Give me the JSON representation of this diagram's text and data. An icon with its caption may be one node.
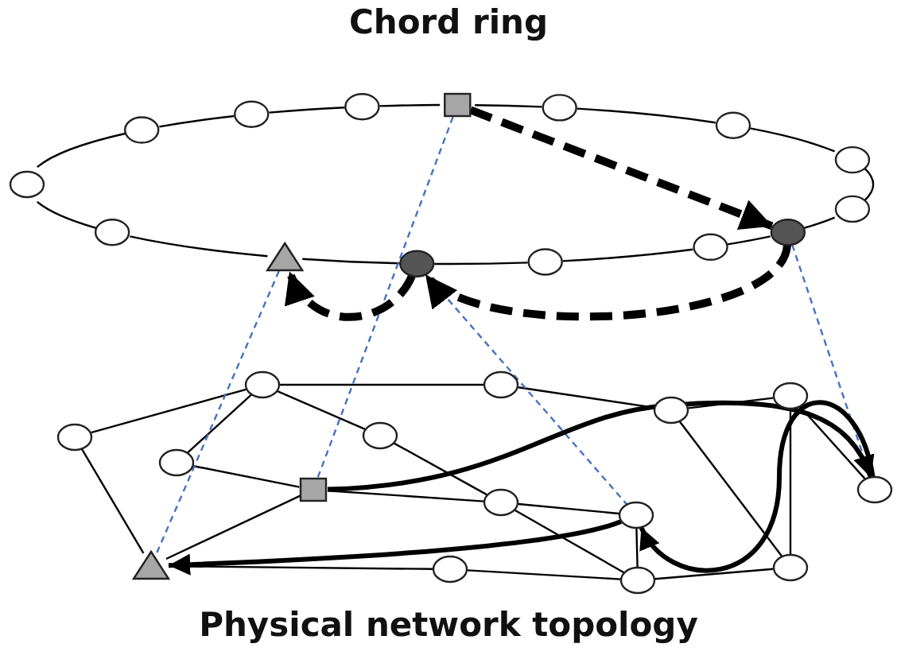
{
  "diagram": {
    "nodes": [
      {
        "text": [],
        "shape": "circle"
      },
      {
        "text": [],
        "shape": "circle"
      },
      {
        "text": [],
        "shape": "circle"
      },
      {
        "text": [],
        "shape": "circle"
      },
      {
        "text": [],
        "shape": "box"
      },
      {
        "text": [],
        "shape": "circle"
      },
      {
        "text": [],
        "shape": "circle"
      },
      {
        "text": [],
        "shape": "circle"
      },
      {
        "text": [],
        "shape": "circle"
      },
      {
        "text": [],
        "shape": "circle"
      },
      {
        "text": [],
        "shape": "circle"
      },
      {
        "text": [],
        "shape": "circle"
      },
      {
        "text": [],
        "shape": "circle"
      },
      {
        "text": [],
        "shape": "triangle"
      },
      {
        "text": [],
        "shape": "circle"
      },
      {
        "text": [],
        "shape": "circle"
      },
      {
        "text": [],
        "shape": "circle"
      },
      {
        "text": [],
        "shape": "circle"
      },
      {
        "text": [],
        "shape": "circle"
      },
      {
        "text": [],
        "shape": "box"
      },
      {
        "text": [],
        "shape": "triangle"
      },
      {
        "text": [],
        "shape": "circle"
      },
      {
        "text": [],
        "shape": "circle"
      },
      {
        "text": [],
        "shape": "circle"
      },
      {
        "text": [],
        "shape": "circle"
      },
      {
        "text": [],
        "shape": "circle"
      },
      {
        "text": [],
        "shape": "circle"
      },
      {
        "text": [],
        "shape": "circle"
      },
      {
        "text": [],
        "shape": "circle"
      },
      {
        "text": [],
        "shape": "circle"
      }
    ],
    "edges": [
      {
        "from": 0,
        "to": 1,
        "arrow": "none"
      },
      {
        "from": 1,
        "to": 2,
        "arrow": "none"
      },
      {
        "from": 2,
        "to": 3,
        "arrow": "none"
      },
      {
        "from": 3,
        "to": 4,
        "arrow": "none"
      },
      {
        "from": 4,
        "to": 5,
        "arrow": "none"
      },
      {
        "from": 5,
        "to": 6,
        "arrow": "none"
      },
      {
        "from": 6,
        "to": 7,
        "arrow": "none"
      },
      {
        "from": 7,
        "to": 8,
        "arrow": "none"
      },
      {
        "from": 8,
        "to": 9,
        "arrow": "none"
      },
      {
        "from": 9,
        "to": 10,
        "arrow": "none"
      },
      {
        "from": 10,
        "to": 11,
        "arrow": "none"
      },
      {
        "from": 11,
        "to": 12,
        "arrow": "none"
      },
      {
        "from": 12,
        "to": 13,
        "arrow": "none"
      },
      {
        "from": 13,
        "to": 14,
        "arrow": "none"
      },
      {
        "from": 14,
        "to": 0,
        "arrow": "none"
      },
      {
        "from": 15,
        "to": 16,
        "arrow": "none"
      },
      {
        "from": 15,
        "to": 17,
        "arrow": "none"
      },
      {
        "from": 15,
        "to": 18,
        "arrow": "none"
      },
      {
        "from": 15,
        "to": 21,
        "arrow": "none"
      },
      {
        "from": 21,
        "to": 22,
        "arrow": "none"
      },
      {
        "from": 22,
        "to": 23,
        "arrow": "none"
      },
      {
        "from": 23,
        "to": 24,
        "arrow": "none"
      },
      {
        "from": 23,
        "to": 29,
        "arrow": "none"
      },
      {
        "from": 22,
        "to": 29,
        "arrow": "none"
      },
      {
        "from": 16,
        "to": 20,
        "arrow": "none"
      },
      {
        "from": 17,
        "to": 19,
        "arrow": "none"
      },
      {
        "from": 19,
        "to": 20,
        "arrow": "none"
      },
      {
        "from": 18,
        "to": 26,
        "arrow": "none"
      },
      {
        "from": 19,
        "to": 26,
        "arrow": "none"
      },
      {
        "from": 26,
        "to": 25,
        "arrow": "none"
      },
      {
        "from": 26,
        "to": 28,
        "arrow": "none"
      },
      {
        "from": 25,
        "to": 28,
        "arrow": "none"
      },
      {
        "from": 28,
        "to": 29,
        "arrow": "none"
      },
      {
        "from": 20,
        "to": 27,
        "arrow": "none"
      },
      {
        "from": 27,
        "to": 28,
        "arrow": "none"
      },
      {
        "from": 4,
        "to": 19,
        "arrow": "none",
        "style": "dashed",
        "color": "#4472c4"
      },
      {
        "from": 13,
        "to": 20,
        "arrow": "none",
        "style": "dashed",
        "color": "#4472c4"
      },
      {
        "from": 12,
        "to": 25,
        "arrow": "none",
        "style": "dashed",
        "color": "#4472c4"
      },
      {
        "from": 9,
        "to": 24,
        "arrow": "none",
        "style": "dashed",
        "color": "#4472c4"
      },
      {
        "from": 4,
        "to": 9,
        "arrow": "to",
        "style": "dashed"
      },
      {
        "from": 9,
        "to": 12,
        "arrow": "to",
        "style": "dashed"
      },
      {
        "from": 12,
        "to": 13,
        "arrow": "to",
        "style": "dashed"
      },
      {
        "from": 19,
        "to": 24,
        "arrow": "to",
        "style": "thick"
      },
      {
        "from": 24,
        "to": 25,
        "arrow": "to",
        "style": "thick"
      },
      {
        "from": 25,
        "to": 20,
        "arrow": "to",
        "style": "thick"
      }
    ],
    "labels": [
      "Chord ring",
      "Physical network topology"
    ]
  }
}
